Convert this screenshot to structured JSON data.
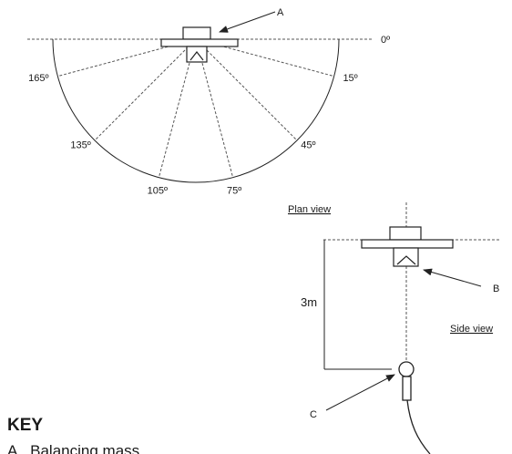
{
  "callouts": {
    "a": "A",
    "b": "B",
    "c": "C"
  },
  "plan_view": {
    "zero_label": "0º",
    "angles": [
      {
        "deg": 15,
        "label": "15º"
      },
      {
        "deg": 45,
        "label": "45º"
      },
      {
        "deg": 75,
        "label": "75º"
      },
      {
        "deg": 105,
        "label": "105º"
      },
      {
        "deg": 135,
        "label": "135º"
      },
      {
        "deg": 165,
        "label": "165º"
      }
    ],
    "caption": "Plan view"
  },
  "side_view": {
    "caption": "Side view",
    "distance_label": "3m"
  },
  "key": {
    "title": "KEY",
    "items": [
      {
        "letter": "A",
        "text": "Balancing mass"
      }
    ]
  }
}
